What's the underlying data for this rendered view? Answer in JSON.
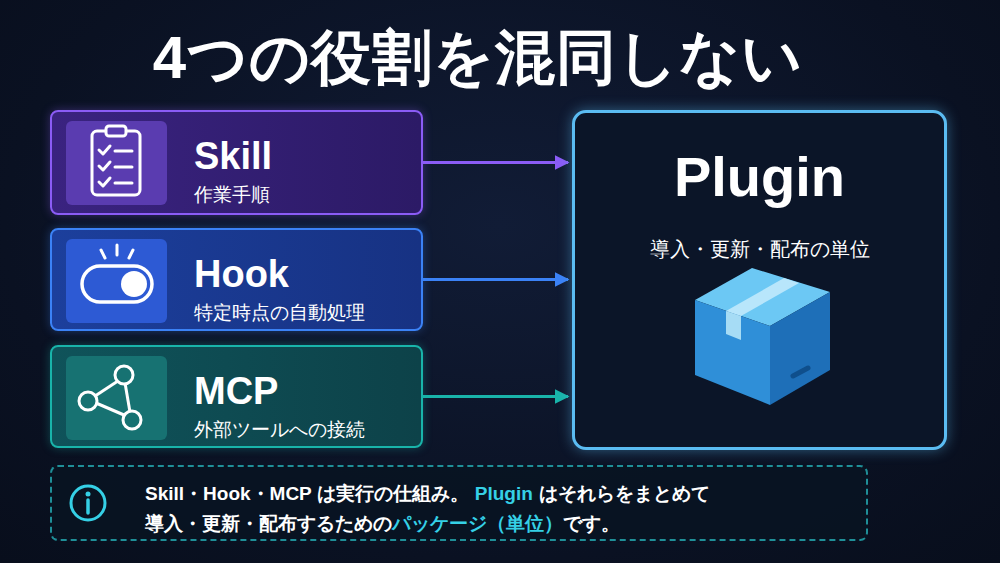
{
  "diagram": {
    "title": "4つの役割を混同しない",
    "nodes": [
      {
        "text": [
          "Skill",
          "作業手順"
        ]
      },
      {
        "text": [
          "Hook",
          "特定時点の自動処理"
        ]
      },
      {
        "text": [
          "MCP",
          "外部ツールへの接続"
        ]
      },
      {
        "text": [
          "Plugin",
          "導入・更新・配布の単位"
        ]
      },
      {
        "text": [
          "Skill・Hook・MCP は実行の仕組み。",
          "Plugin",
          "はそれらをまとめて",
          "導入・更新・配布するための",
          "パッケージ（単位）",
          "です。"
        ]
      }
    ],
    "edges": [
      {
        "from": 0,
        "to": 3,
        "arrow": "to"
      },
      {
        "from": 1,
        "to": 3,
        "arrow": "to"
      },
      {
        "from": 2,
        "to": 3,
        "arrow": "to"
      }
    ]
  }
}
